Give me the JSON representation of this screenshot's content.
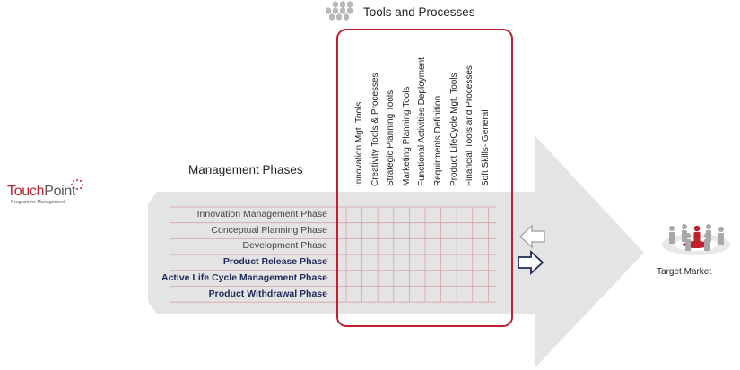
{
  "logo": {
    "name_part1": "Touch",
    "name_part2": "Point",
    "subtitle": "Programme Management"
  },
  "headings": {
    "tools": "Tools and Processes",
    "phases": "Management Phases",
    "target": "Target Market"
  },
  "tools": [
    {
      "label": "Innovation Mgt. Tools"
    },
    {
      "label": "Creativity Tools & Processes"
    },
    {
      "label": "Strategic Planning Tools"
    },
    {
      "label": "Marketing Planning Tools"
    },
    {
      "label": "Functional Activities Deployment"
    },
    {
      "label": "Requirments Definition"
    },
    {
      "label": "Product LifeCycle Mgt. Tools"
    },
    {
      "label": "Financial Tools and Processes"
    },
    {
      "label": "Soft Skills- General"
    }
  ],
  "phases": [
    {
      "label": "Innovation Management Phase",
      "bold": false
    },
    {
      "label": "Conceptual Planning Phase",
      "bold": false
    },
    {
      "label": "Development Phase",
      "bold": false
    },
    {
      "label": "Product Release Phase",
      "bold": true
    },
    {
      "label": "Active Life Cycle Management Phase",
      "bold": true
    },
    {
      "label": "Product Withdrawal Phase",
      "bold": true
    }
  ],
  "colors": {
    "accent_red": "#c0202e",
    "navy": "#1e2a5a",
    "arrow_gray": "#e4e4e4",
    "grid_line": "#d9a0a6"
  }
}
